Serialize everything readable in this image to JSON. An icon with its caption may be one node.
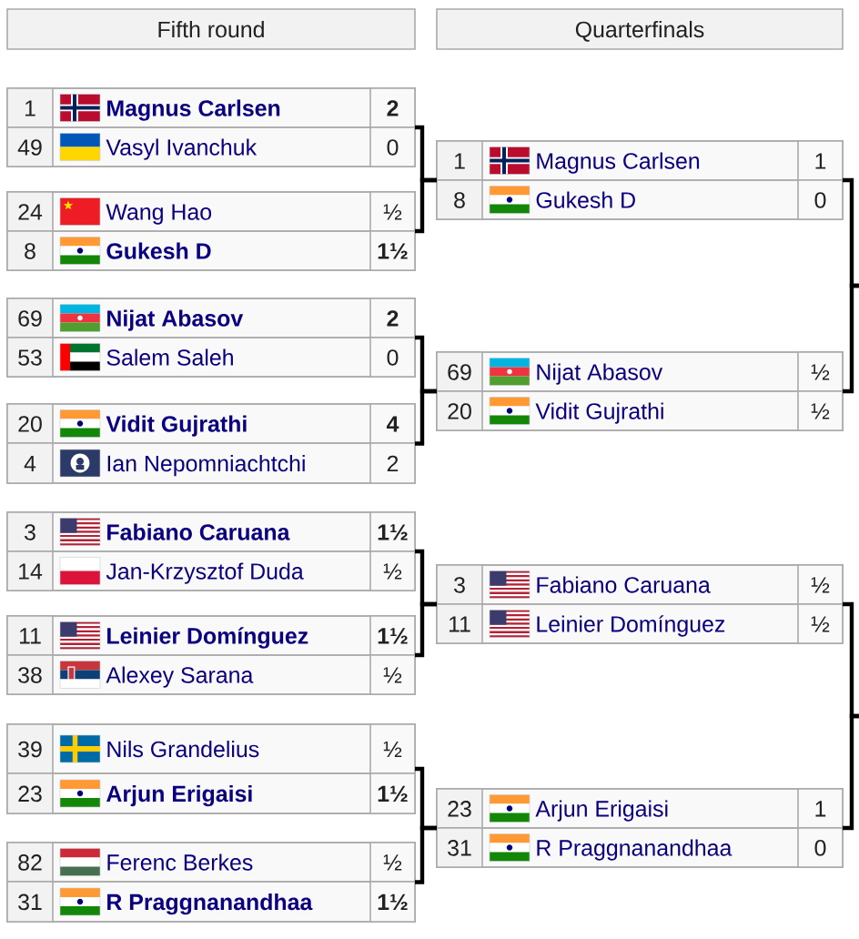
{
  "diagram": {
    "nodes": [
      {
        "text": [
          "Fifth round"
        ]
      },
      {
        "text": [
          "Quarterfinals"
        ]
      },
      {
        "text": [],
        "shape": "box"
      },
      {
        "text": [
          "1",
          "**Magnus Carlsen**",
          "**2**"
        ],
        "in": 2
      },
      {
        "text": [
          "49",
          "Vasyl Ivanchuk",
          "0"
        ],
        "in": 2
      },
      {
        "text": [],
        "shape": "box"
      },
      {
        "text": [
          "24",
          "Wang Hao",
          "½"
        ],
        "in": 5
      },
      {
        "text": [
          "8",
          "**Gukesh D**",
          "**1½**"
        ],
        "in": 5
      },
      {
        "text": [],
        "shape": "box"
      },
      {
        "text": [
          "69",
          "**Nijat Abasov**",
          "**2**"
        ],
        "in": 8
      },
      {
        "text": [
          "53",
          "Salem Saleh",
          "0"
        ],
        "in": 8
      },
      {
        "text": [],
        "shape": "box"
      },
      {
        "text": [
          "20",
          "**Vidit Gujrathi**",
          "**4**"
        ],
        "in": 11
      },
      {
        "text": [
          "4",
          "Ian Nepomniachtchi",
          "2"
        ],
        "in": 11
      },
      {
        "text": [],
        "shape": "box"
      },
      {
        "text": [
          "3",
          "**Fabiano Caruana**",
          "**1½**"
        ],
        "in": 14
      },
      {
        "text": [
          "14",
          "Jan-Krzysztof Duda",
          "½"
        ],
        "in": 14
      },
      {
        "text": [],
        "shape": "box"
      },
      {
        "text": [
          "11",
          "**Leinier Domínguez**",
          "**1½**"
        ],
        "in": 17
      },
      {
        "text": [
          "38",
          "Alexey Sarana",
          "½"
        ],
        "in": 17
      },
      {
        "text": [],
        "shape": "box"
      },
      {
        "text": [
          "39",
          "Nils Grandelius",
          "½"
        ],
        "in": 20
      },
      {
        "text": [
          "23",
          "**Arjun Erigaisi**",
          "**1½**"
        ],
        "in": 20
      },
      {
        "text": [],
        "shape": "box"
      },
      {
        "text": [
          "82",
          "Ferenc Berkes",
          "½"
        ],
        "in": 23
      },
      {
        "text": [
          "31",
          "**R Praggnanandhaa**",
          "**1½**"
        ],
        "in": 23
      },
      {
        "text": [],
        "shape": "box"
      },
      {
        "text": [
          "1",
          "Magnus Carlsen",
          "1"
        ],
        "in": 26
      },
      {
        "text": [
          "8",
          "Gukesh D",
          "0"
        ],
        "in": 26
      },
      {
        "text": [],
        "shape": "box"
      },
      {
        "text": [
          "69",
          "Nijat Abasov",
          "½"
        ],
        "in": 29
      },
      {
        "text": [
          "20",
          "Vidit Gujrathi",
          "½"
        ],
        "in": 29
      },
      {
        "text": [],
        "shape": "box"
      },
      {
        "text": [
          "3",
          "Fabiano Caruana",
          "½"
        ],
        "in": 32
      },
      {
        "text": [
          "11",
          "Leinier Domínguez",
          "½"
        ],
        "in": 32
      },
      {
        "text": [],
        "shape": "box"
      },
      {
        "text": [
          "23",
          "Arjun Erigaisi",
          "1"
        ],
        "in": 35
      },
      {
        "text": [
          "31",
          "R Praggnanandhaa",
          "0"
        ],
        "in": 35
      }
    ],
    "edges": [
      {
        "from": 2,
        "to": 26,
        "arrow": "none"
      },
      {
        "from": 5,
        "to": 26,
        "arrow": "none"
      },
      {
        "from": 8,
        "to": 29,
        "arrow": "none"
      },
      {
        "from": 11,
        "to": 29,
        "arrow": "none"
      },
      {
        "from": 14,
        "to": 32,
        "arrow": "none"
      },
      {
        "from": 17,
        "to": 32,
        "arrow": "none"
      },
      {
        "from": 20,
        "to": 35,
        "arrow": "none"
      },
      {
        "from": 23,
        "to": 35,
        "arrow": "none"
      },
      {
        "from": 26,
        "to": null,
        "arrow": "none"
      },
      {
        "from": 29,
        "to": null,
        "arrow": "none"
      },
      {
        "from": 32,
        "to": null,
        "arrow": "none"
      },
      {
        "from": 35,
        "to": null,
        "arrow": "none"
      }
    ]
  }
}
